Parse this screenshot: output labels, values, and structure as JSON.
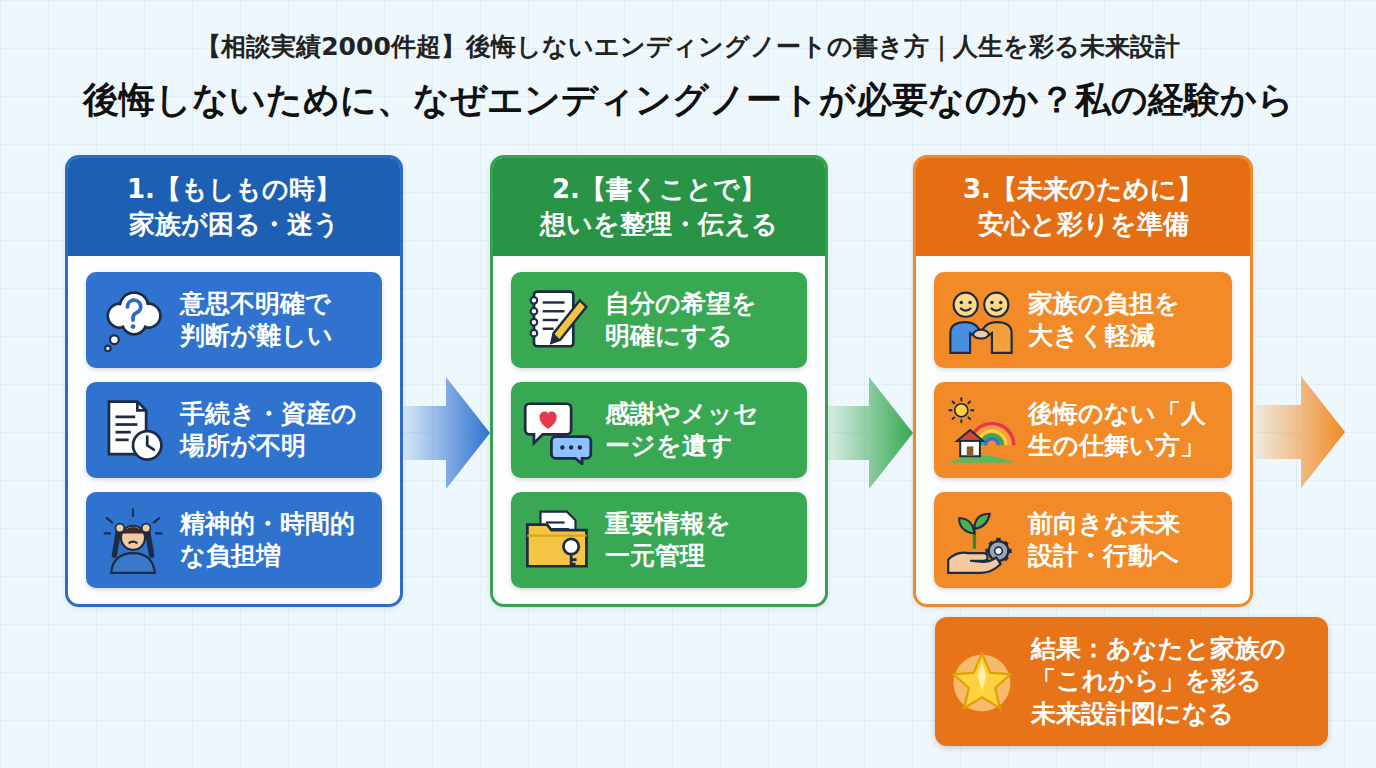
{
  "diagram": {
    "title": "後悔しないために、なぜエンディングノートが必要なのか？私の経験から",
    "nodes": [
      {
        "text": [
          "1.【もしもの時】 家族が困る・迷う"
        ]
      },
      {
        "text": [
          "意思不明確で 判断が難しい"
        ],
        "in": 0
      },
      {
        "text": [
          "手続き・資産の 場所が不明"
        ],
        "in": 0
      },
      {
        "text": [
          "精神的・時間的 な負担増"
        ],
        "in": 0
      },
      {
        "text": [
          "2.【書くことで】 想いを整理・伝える"
        ]
      },
      {
        "text": [
          "自分の希望を 明確にする"
        ],
        "in": 4
      },
      {
        "text": [
          "感謝やメッセ ージを遺す"
        ],
        "in": 4
      },
      {
        "text": [
          "重要情報を 一元管理"
        ],
        "in": 4
      },
      {
        "text": [
          "3.【未来のために】 安心と彩りを準備"
        ]
      },
      {
        "text": [
          "家族の負担を 大きく軽減"
        ],
        "in": 8
      },
      {
        "text": [
          "後悔のない「人 生の仕舞い方」"
        ],
        "in": 8
      },
      {
        "text": [
          "前向きな未来 設計・行動へ"
        ],
        "in": 8
      },
      {
        "text": [
          "結果：あなたと家族の 「これから」を彩る 未来設計図になる"
        ]
      }
    ],
    "edges": [
      {
        "from": 0,
        "to": 4,
        "arrow": "to"
      },
      {
        "from": 4,
        "to": 8,
        "arrow": "to"
      }
    ],
    "labels": [
      "【相談実績2000件超】後悔しないエンディングノートの書き方｜人生を彩る未来設計"
    ]
  }
}
